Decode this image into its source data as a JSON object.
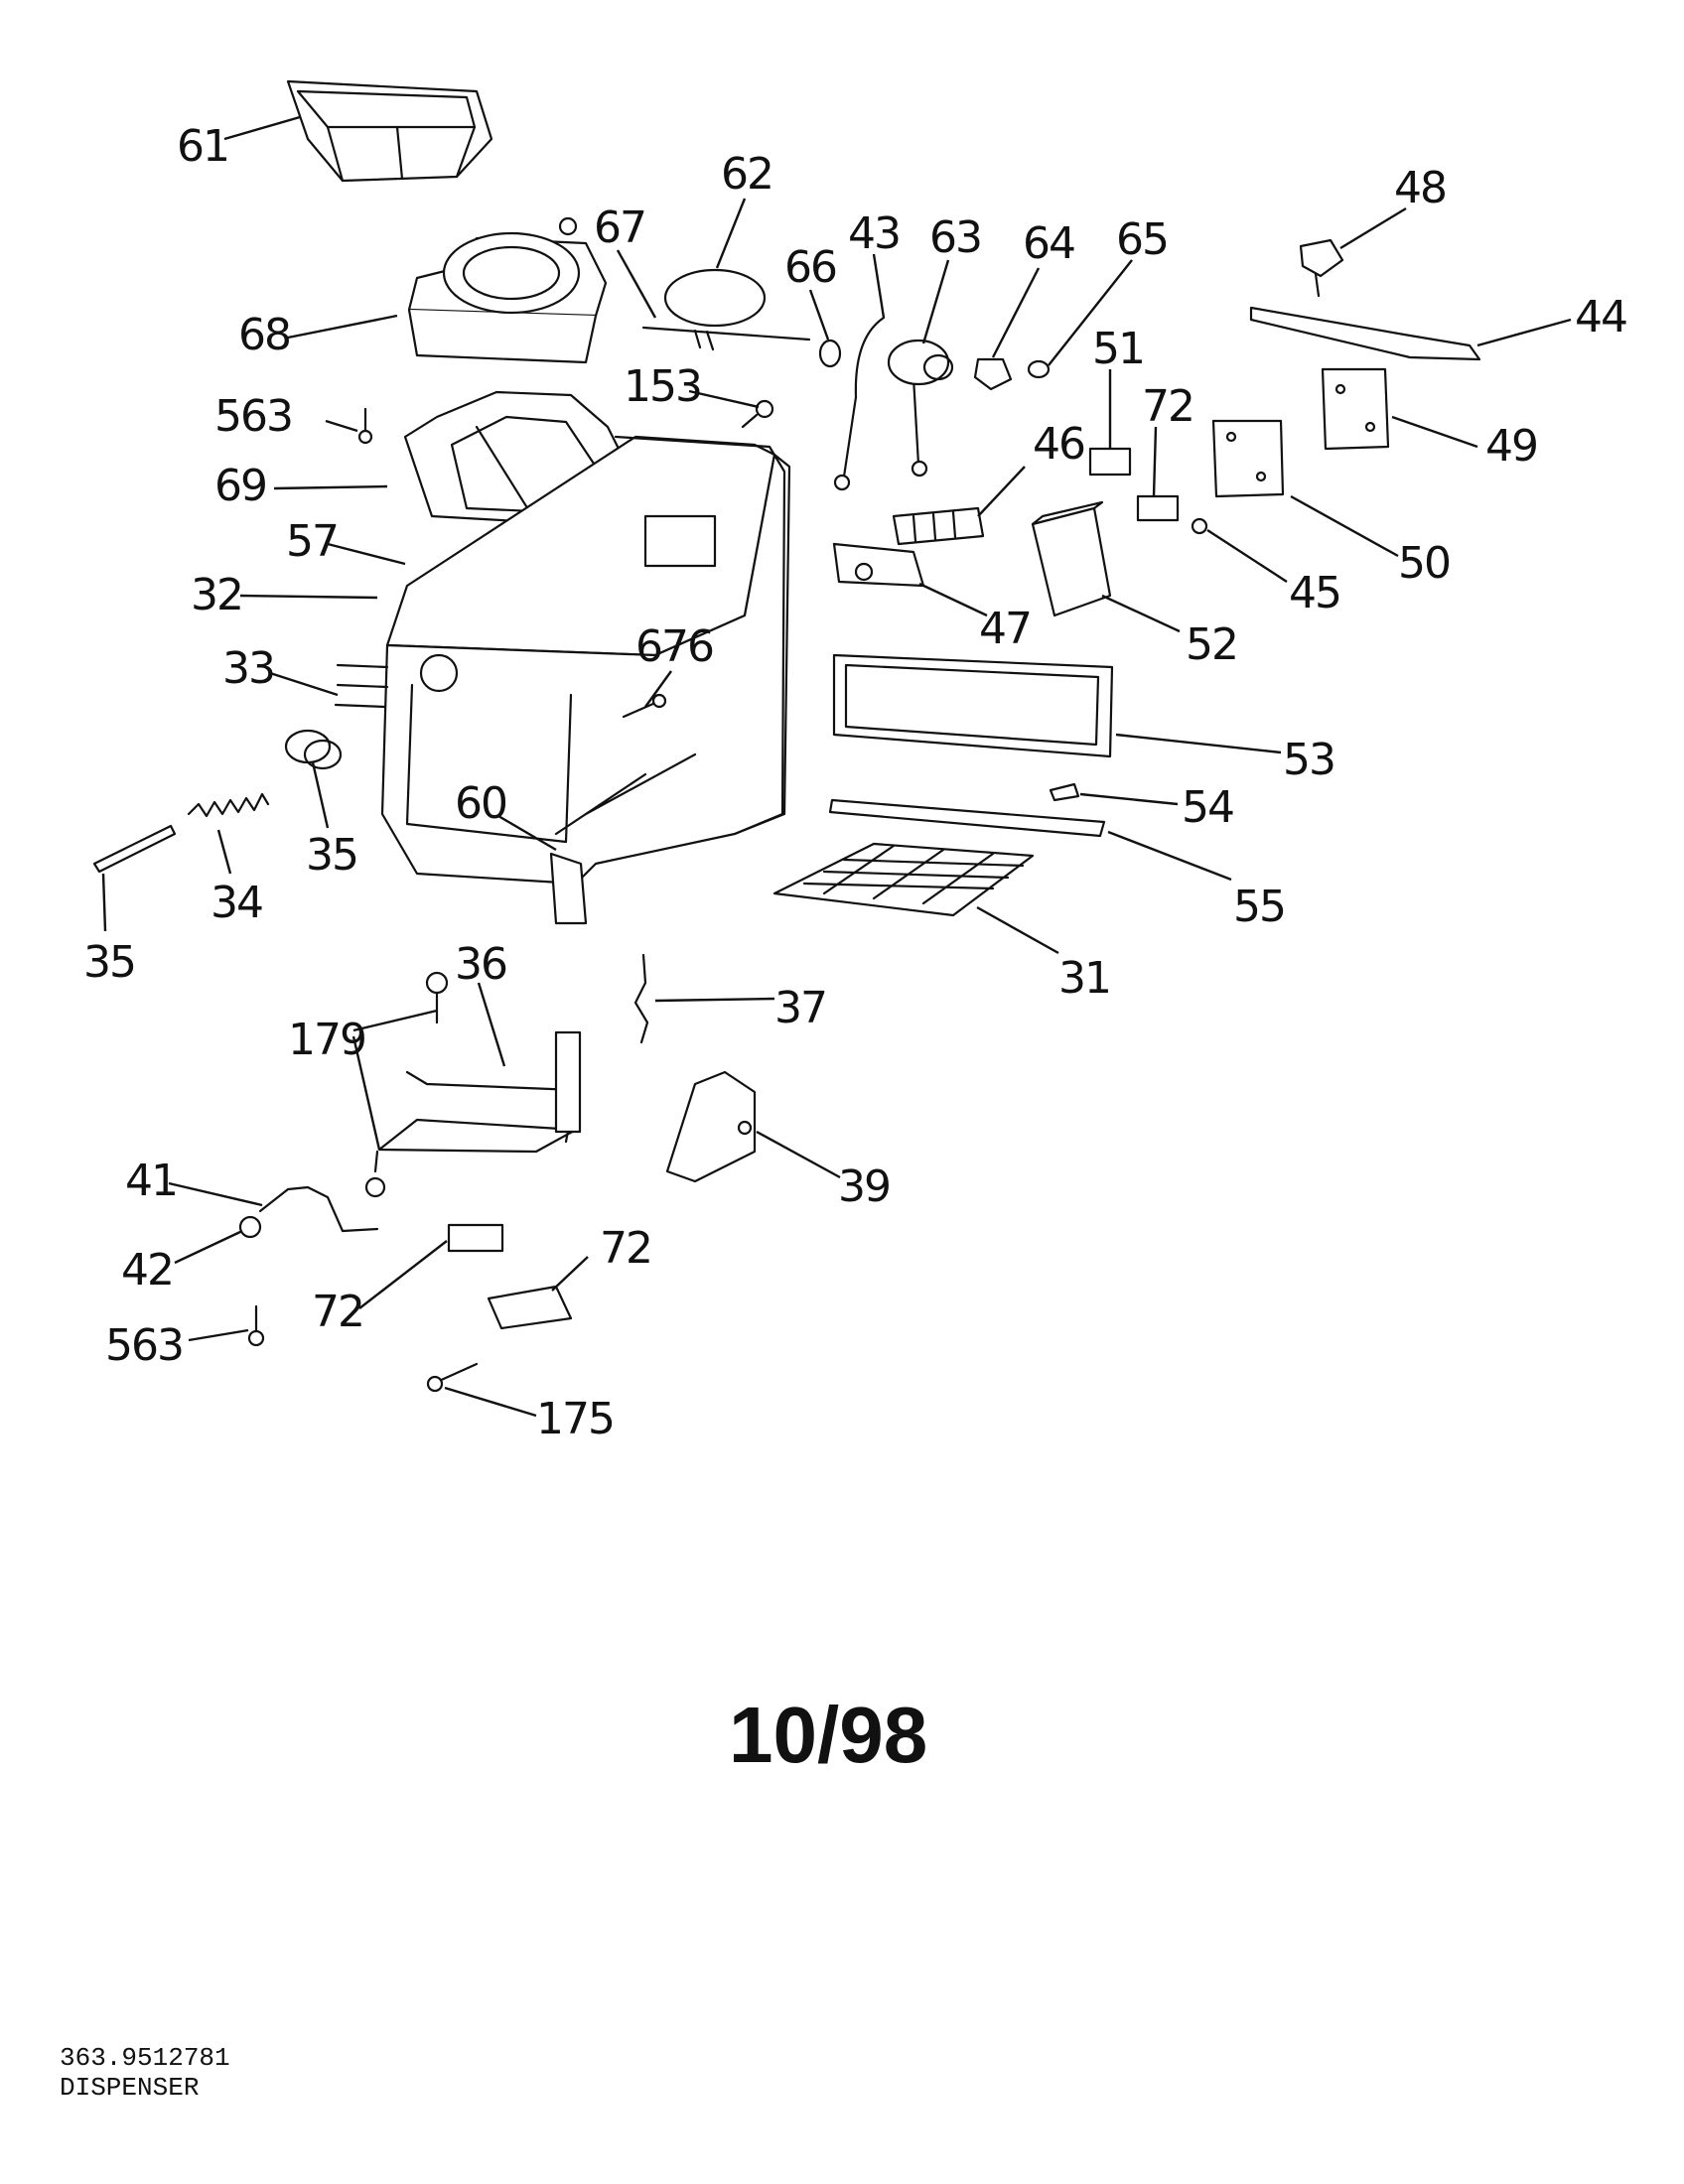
{
  "diagram": {
    "callouts": [
      "61",
      "62",
      "67",
      "66",
      "43",
      "63",
      "64",
      "65",
      "48",
      "44",
      "68",
      "51",
      "72",
      "153",
      "563",
      "46",
      "49",
      "69",
      "50",
      "45",
      "57",
      "47",
      "52",
      "32",
      "676",
      "33",
      "53",
      "54",
      "60",
      "35",
      "55",
      "34",
      "35",
      "31",
      "36",
      "37",
      "179",
      "39",
      "41",
      "42",
      "72",
      "72",
      "563",
      "175"
    ]
  },
  "date_stamp": "10/98",
  "footer": {
    "line1": "363.9512781",
    "line2": "DISPENSER"
  }
}
